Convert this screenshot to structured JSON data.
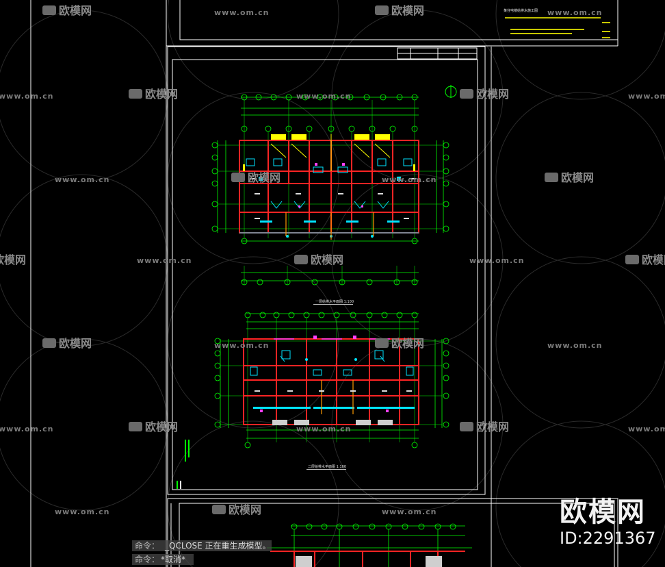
{
  "app": {
    "type": "CAD drawing viewport",
    "background_color": "#000000"
  },
  "drawing": {
    "sheet_title": "某住宅楼给排水施工图",
    "plan_upper_caption": "一层给排水平面图 1:100",
    "plan_lower_caption": "二层给排水平面图 1:100",
    "north_arrow": "north-arrow-icon",
    "colors": {
      "frame": "#ffffff",
      "axis_dims": "#00ff00",
      "walls": "#ff2020",
      "pipes_cyan": "#00e5ff",
      "pipes_yellow": "#ffff00",
      "pipes_magenta": "#ff40ff",
      "labels": "#ffffff"
    }
  },
  "watermark": {
    "logo_text": "欧模网",
    "url_text": "www.om.cn",
    "logo_icon": "sofa-icon"
  },
  "command_line": {
    "line1_prompt": "命令：",
    "line1_text": "_QCLOSE 正在重生成模型。",
    "line2_prompt": "命令：",
    "line2_text": "*取消*"
  },
  "brand_overlay": {
    "name": "欧模网",
    "id": "ID:2291367"
  }
}
